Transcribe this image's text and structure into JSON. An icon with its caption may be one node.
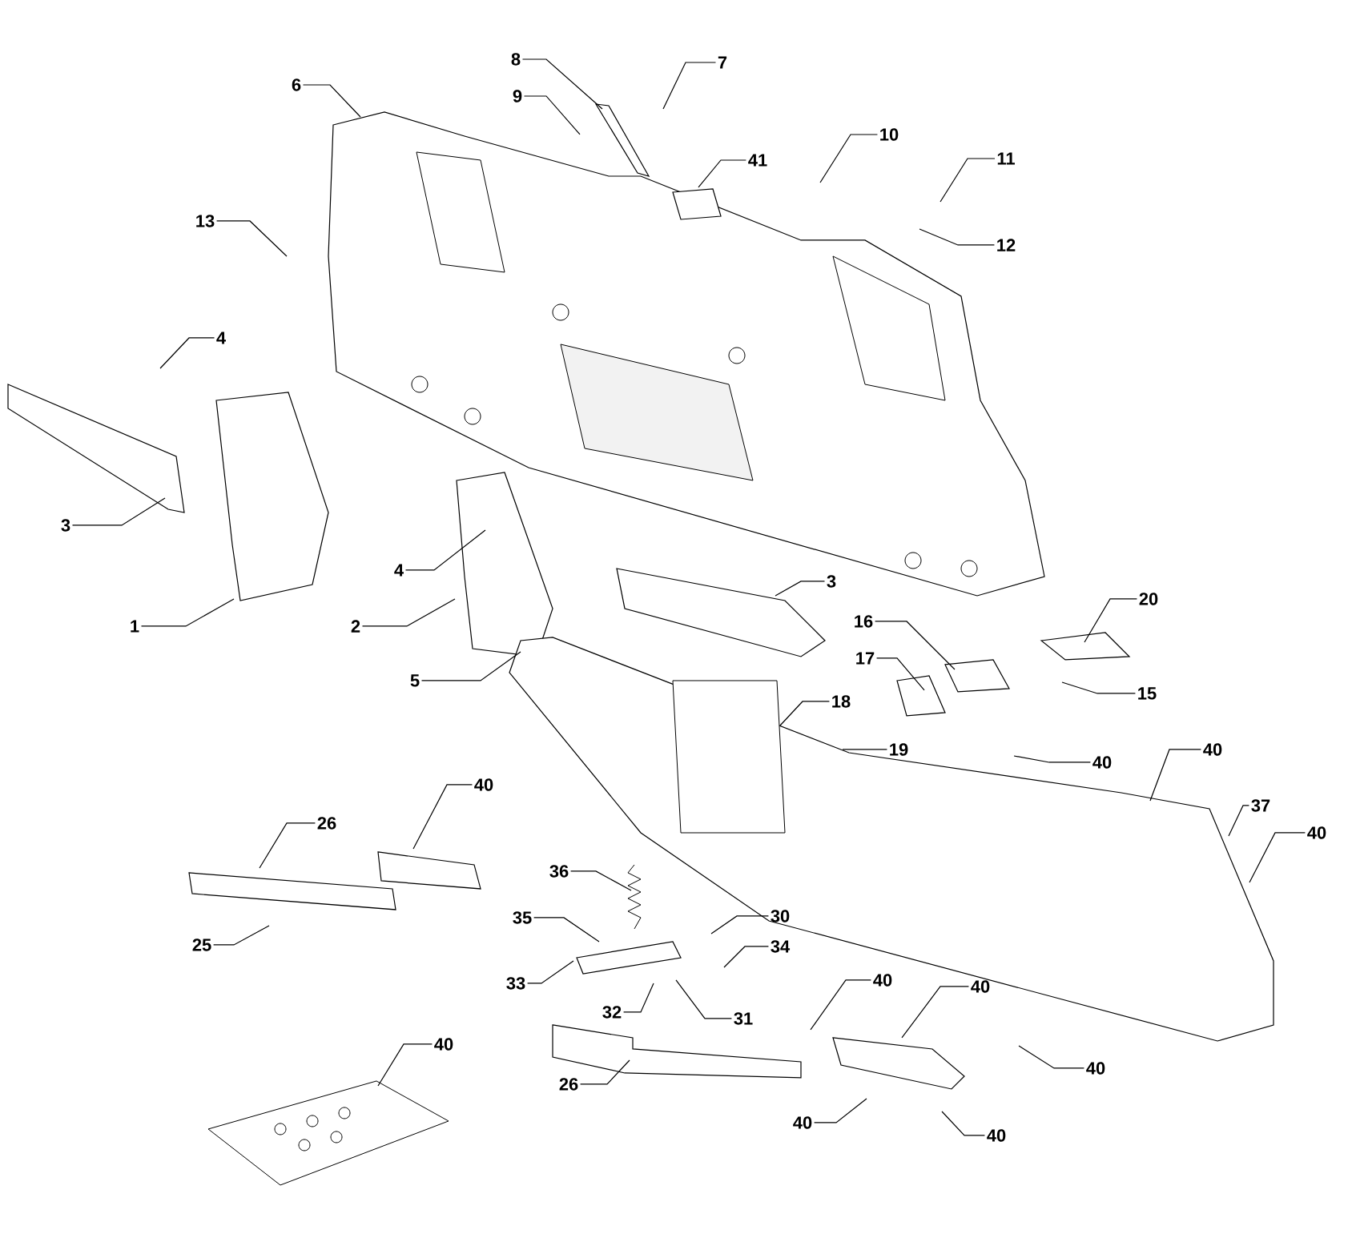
{
  "diagram": {
    "nodes": [
      {
        "text": [
          "8"
        ]
      },
      {
        "text": [
          "7"
        ]
      },
      {
        "text": [
          "6"
        ]
      },
      {
        "text": [
          "9"
        ]
      },
      {
        "text": [
          "10"
        ]
      },
      {
        "text": [
          "11"
        ]
      },
      {
        "text": [
          "41"
        ]
      },
      {
        "text": [
          "13"
        ]
      },
      {
        "text": [
          "12"
        ]
      },
      {
        "text": [
          "4"
        ]
      },
      {
        "text": [
          "3"
        ]
      },
      {
        "text": [
          "4"
        ]
      },
      {
        "text": [
          "3"
        ]
      },
      {
        "text": [
          "20"
        ]
      },
      {
        "text": [
          "16"
        ]
      },
      {
        "text": [
          "1"
        ]
      },
      {
        "text": [
          "2"
        ]
      },
      {
        "text": [
          "17"
        ]
      },
      {
        "text": [
          "5"
        ]
      },
      {
        "text": [
          "15"
        ]
      },
      {
        "text": [
          "18"
        ]
      },
      {
        "text": [
          "19"
        ]
      },
      {
        "text": [
          "40"
        ]
      },
      {
        "text": [
          "40"
        ]
      },
      {
        "text": [
          "40"
        ]
      },
      {
        "text": [
          "37"
        ]
      },
      {
        "text": [
          "26"
        ]
      },
      {
        "text": [
          "40"
        ]
      },
      {
        "text": [
          "36"
        ]
      },
      {
        "text": [
          "30"
        ]
      },
      {
        "text": [
          "35"
        ]
      },
      {
        "text": [
          "25"
        ]
      },
      {
        "text": [
          "34"
        ]
      },
      {
        "text": [
          "40"
        ]
      },
      {
        "text": [
          "40"
        ]
      },
      {
        "text": [
          "33"
        ]
      },
      {
        "text": [
          "32"
        ]
      },
      {
        "text": [
          "31"
        ]
      },
      {
        "text": [
          "40"
        ]
      },
      {
        "text": [
          "40"
        ]
      },
      {
        "text": [
          "26"
        ]
      },
      {
        "text": [
          "40"
        ]
      },
      {
        "text": [
          "40"
        ]
      }
    ],
    "edges": [
      {
        "from": 0,
        "to": null,
        "arrow": "none"
      },
      {
        "from": 1,
        "to": null,
        "arrow": "none"
      },
      {
        "from": 2,
        "to": null,
        "arrow": "none"
      },
      {
        "from": 3,
        "to": null,
        "arrow": "none"
      },
      {
        "from": 4,
        "to": null,
        "arrow": "none"
      },
      {
        "from": 5,
        "to": null,
        "arrow": "none"
      },
      {
        "from": 6,
        "to": null,
        "arrow": "none"
      },
      {
        "from": 7,
        "to": null,
        "arrow": "none"
      },
      {
        "from": 8,
        "to": null,
        "arrow": "none"
      },
      {
        "from": 9,
        "to": null,
        "arrow": "none"
      },
      {
        "from": 10,
        "to": null,
        "arrow": "none"
      },
      {
        "from": 11,
        "to": null,
        "arrow": "none"
      },
      {
        "from": 12,
        "to": null,
        "arrow": "none"
      },
      {
        "from": 13,
        "to": null,
        "arrow": "none"
      },
      {
        "from": 14,
        "to": null,
        "arrow": "none"
      },
      {
        "from": 15,
        "to": null,
        "arrow": "none"
      },
      {
        "from": 16,
        "to": null,
        "arrow": "none"
      },
      {
        "from": 17,
        "to": null,
        "arrow": "none"
      },
      {
        "from": 18,
        "to": null,
        "arrow": "none"
      },
      {
        "from": 19,
        "to": null,
        "arrow": "none"
      },
      {
        "from": 20,
        "to": null,
        "arrow": "none"
      },
      {
        "from": 21,
        "to": null,
        "arrow": "none"
      },
      {
        "from": 22,
        "to": null,
        "arrow": "none"
      },
      {
        "from": 23,
        "to": null,
        "arrow": "none"
      },
      {
        "from": 24,
        "to": null,
        "arrow": "none"
      },
      {
        "from": 25,
        "to": null,
        "arrow": "none"
      },
      {
        "from": 26,
        "to": null,
        "arrow": "none"
      },
      {
        "from": 27,
        "to": null,
        "arrow": "none"
      },
      {
        "from": 28,
        "to": null,
        "arrow": "none"
      },
      {
        "from": 29,
        "to": null,
        "arrow": "none"
      },
      {
        "from": 30,
        "to": null,
        "arrow": "none"
      },
      {
        "from": 31,
        "to": null,
        "arrow": "none"
      },
      {
        "from": 32,
        "to": null,
        "arrow": "none"
      },
      {
        "from": 33,
        "to": null,
        "arrow": "none"
      },
      {
        "from": 34,
        "to": null,
        "arrow": "none"
      },
      {
        "from": 35,
        "to": null,
        "arrow": "none"
      },
      {
        "from": 36,
        "to": null,
        "arrow": "none"
      },
      {
        "from": 37,
        "to": null,
        "arrow": "none"
      },
      {
        "from": 38,
        "to": null,
        "arrow": "none"
      },
      {
        "from": 39,
        "to": null,
        "arrow": "none"
      },
      {
        "from": 40,
        "to": null,
        "arrow": "none"
      },
      {
        "from": 41,
        "to": null,
        "arrow": "none"
      },
      {
        "from": 42,
        "to": null,
        "arrow": "none"
      }
    ]
  }
}
